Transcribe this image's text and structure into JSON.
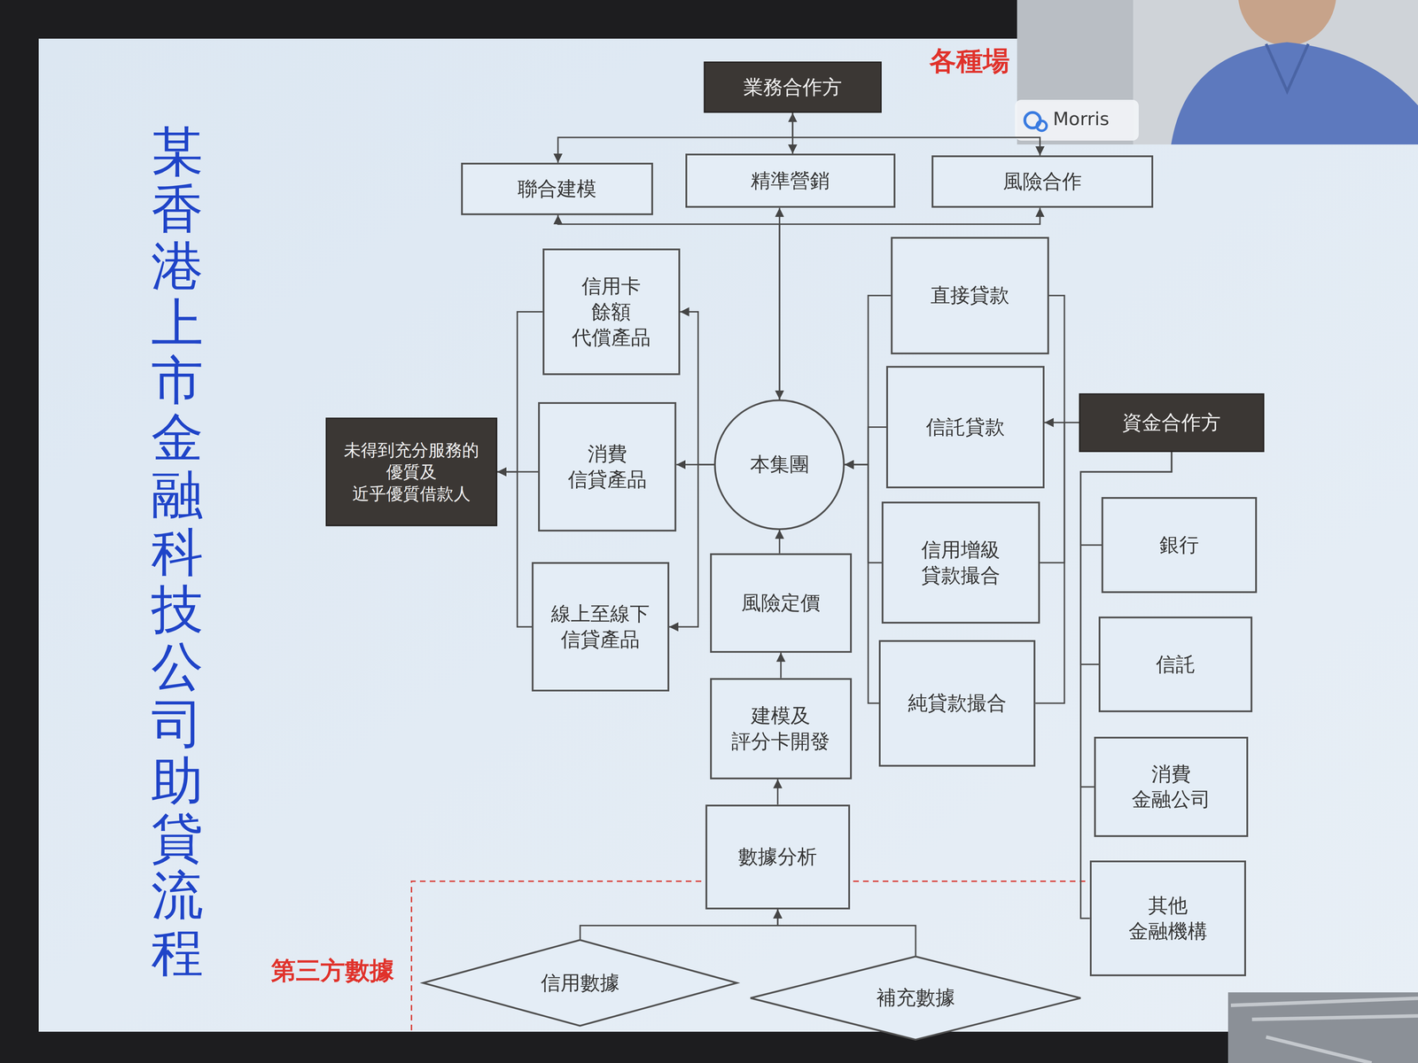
{
  "diagram": {
    "title": "某香港上市金融科技公司助貸流程",
    "nodes": [
      {
        "text": [
          "業務合作方"
        ]
      },
      {
        "text": [
          "聯合建模"
        ]
      },
      {
        "text": [
          "精準營銷"
        ]
      },
      {
        "text": [
          "風險合作"
        ]
      },
      {
        "text": [
          "信用卡 餘額 代償產品"
        ]
      },
      {
        "text": [
          "直接貸款"
        ]
      },
      {
        "text": [
          "未得到充分服務的 優質及 近乎優質借款人"
        ]
      },
      {
        "text": [
          "消費 信貸產品"
        ]
      },
      {
        "text": [
          "本集團"
        ]
      },
      {
        "text": [
          "信託貸款"
        ]
      },
      {
        "text": [
          "資金合作方"
        ]
      },
      {
        "text": [
          "信用增級 貸款撮合"
        ]
      },
      {
        "text": [
          "銀行"
        ]
      },
      {
        "text": [
          "線上至線下 信貸產品"
        ]
      },
      {
        "text": [
          "風險定價"
        ]
      },
      {
        "text": [
          "信託"
        ]
      },
      {
        "text": [
          "建模及 評分卡開發"
        ]
      },
      {
        "text": [
          "純貸款撮合"
        ]
      },
      {
        "text": [
          "消費 金融公司"
        ]
      },
      {
        "text": [
          "數據分析"
        ]
      },
      {
        "text": [
          "其他 金融機構"
        ]
      },
      {
        "text": [
          "信用數據"
        ]
      },
      {
        "text": [
          "補充數據"
        ]
      }
    ],
    "edges": [
      {
        "from": 0,
        "to": 2,
        "arrow": "both"
      },
      {
        "from": 0,
        "to": 1,
        "arrow": "to"
      },
      {
        "from": 0,
        "to": 3,
        "arrow": "to"
      },
      {
        "from": 2,
        "to": 8,
        "arrow": "both"
      },
      {
        "from": 8,
        "to": 1,
        "arrow": "to"
      },
      {
        "from": 8,
        "to": 3,
        "arrow": "to"
      },
      {
        "from": 8,
        "to": 4,
        "arrow": "to"
      },
      {
        "from": 8,
        "to": 7,
        "arrow": "to"
      },
      {
        "from": 8,
        "to": 13,
        "arrow": "to"
      },
      {
        "from": 4,
        "to": 6,
        "arrow": "to"
      },
      {
        "from": 7,
        "to": 6,
        "arrow": "to"
      },
      {
        "from": 13,
        "to": 6,
        "arrow": "to"
      },
      {
        "from": 5,
        "to": 8,
        "arrow": "to"
      },
      {
        "from": 9,
        "to": 8,
        "arrow": "to"
      },
      {
        "from": 11,
        "to": 8,
        "arrow": "to"
      },
      {
        "from": 17,
        "to": 8,
        "arrow": "to"
      },
      {
        "from": 10,
        "to": 5,
        "arrow": "none"
      },
      {
        "from": 10,
        "to": 9,
        "arrow": "to"
      },
      {
        "from": 10,
        "to": 11,
        "arrow": "none"
      },
      {
        "from": 10,
        "to": 17,
        "arrow": "none"
      },
      {
        "from": 10,
        "to": 12,
        "arrow": "none"
      },
      {
        "from": 10,
        "to": 15,
        "arrow": "none"
      },
      {
        "from": 10,
        "to": 18,
        "arrow": "none"
      },
      {
        "from": 10,
        "to": 20,
        "arrow": "none"
      },
      {
        "from": 14,
        "to": 8,
        "arrow": "to"
      },
      {
        "from": 16,
        "to": 14,
        "arrow": "to"
      },
      {
        "from": 19,
        "to": 16,
        "arrow": "to"
      },
      {
        "from": 21,
        "to": 19,
        "arrow": "to"
      },
      {
        "from": 22,
        "to": 19,
        "arrow": "to"
      }
    ],
    "labels": [
      "各種場",
      "第三方數據",
      "Morris"
    ]
  }
}
